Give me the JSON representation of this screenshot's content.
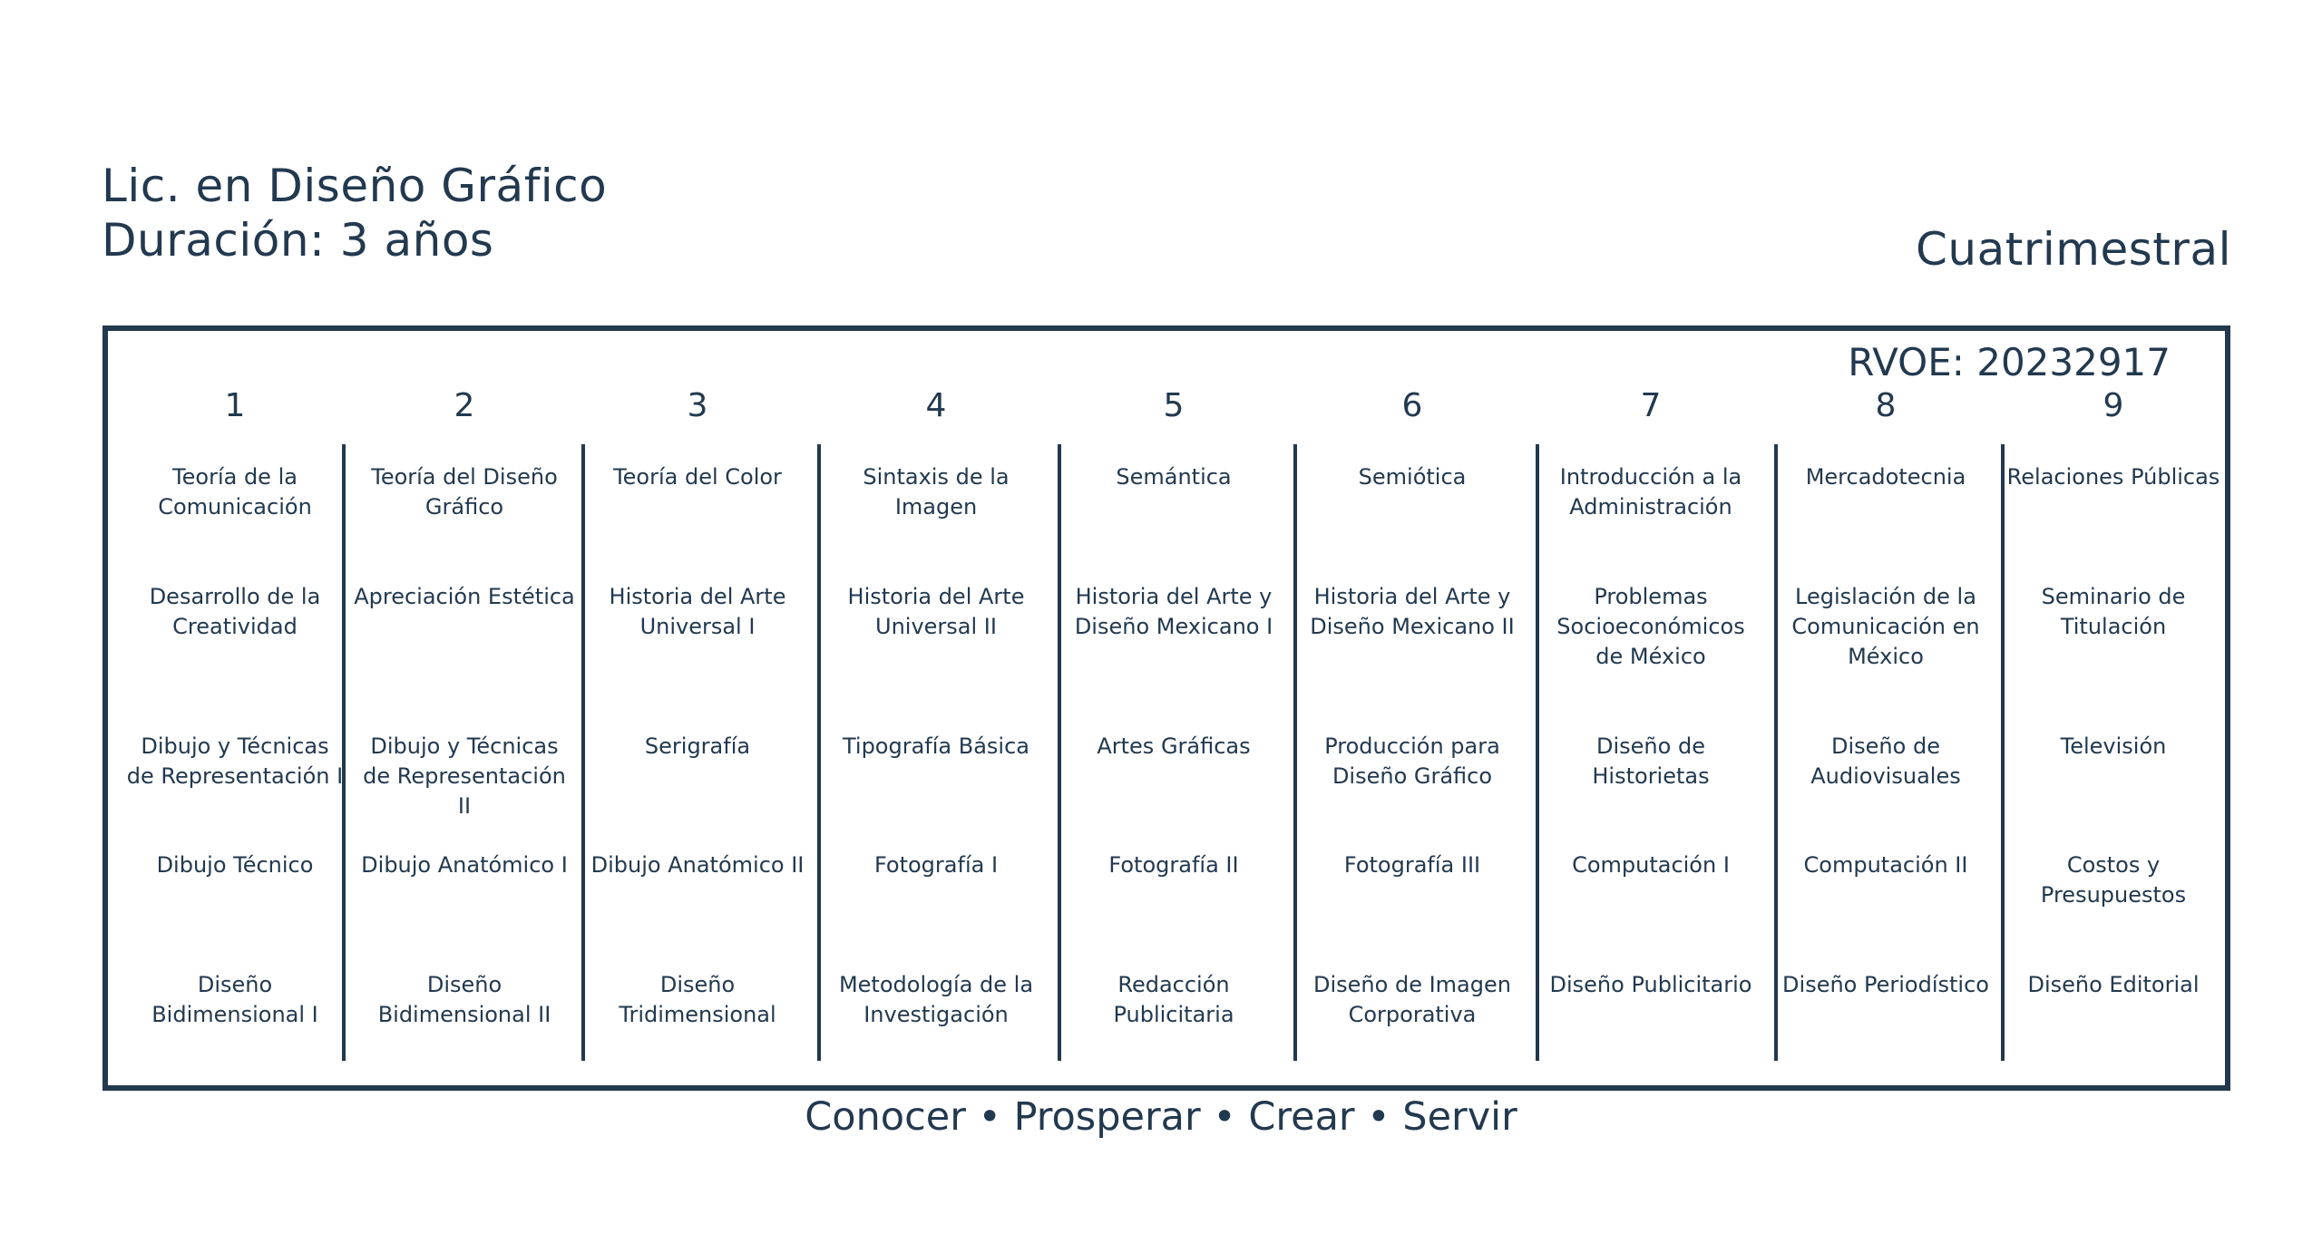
{
  "header": {
    "program": "Lic. en Diseño Gráfico",
    "duration": "Duración: 3 años",
    "mode": "Cuatrimestral"
  },
  "plan": {
    "rvoe": "RVOE: 20232917",
    "periods": [
      {
        "number": "1",
        "subjects": [
          "Teoría de la Comunicación",
          "Desarrollo de la Creatividad",
          "Dibujo y Técnicas de Representación I",
          "Dibujo Técnico",
          "Diseño Bidimensional I"
        ]
      },
      {
        "number": "2",
        "subjects": [
          "Teoría del Diseño Gráfico",
          "Apreciación Estética",
          "Dibujo y Técnicas de Representación II",
          "Dibujo Anatómico I",
          "Diseño Bidimensional II"
        ]
      },
      {
        "number": "3",
        "subjects": [
          "Teoría del Color",
          "Historia del Arte Universal I",
          "Serigrafía",
          "Dibujo Anatómico II",
          "Diseño Tridimensional"
        ]
      },
      {
        "number": "4",
        "subjects": [
          "Sintaxis de la Imagen",
          "Historia del Arte Universal II",
          "Tipografía Básica",
          "Fotografía I",
          "Metodología de la Investigación"
        ]
      },
      {
        "number": "5",
        "subjects": [
          "Semántica",
          "Historia del Arte y Diseño Mexicano I",
          "Artes Gráficas",
          "Fotografía II",
          "Redacción Publicitaria"
        ]
      },
      {
        "number": "6",
        "subjects": [
          "Semiótica",
          "Historia del Arte y Diseño Mexicano II",
          "Producción para Diseño Gráfico",
          "Fotografía III",
          "Diseño de Imagen Corporativa"
        ]
      },
      {
        "number": "7",
        "subjects": [
          "Introducción a la Administración",
          "Problemas Socioeconómicos de México",
          "Diseño de Historietas",
          "Computación I",
          "Diseño Publicitario"
        ]
      },
      {
        "number": "8",
        "subjects": [
          "Mercadotecnia",
          "Legislación de la Comunicación en México",
          "Diseño de Audiovisuales",
          "Computación II",
          "Diseño Periodístico"
        ]
      },
      {
        "number": "9",
        "subjects": [
          "Relaciones Públicas",
          "Seminario de Titulación",
          "Televisión",
          "Costos y Presupuestos",
          "Diseño Editorial"
        ]
      }
    ]
  },
  "footer": {
    "slogan": "Conocer • Prosperar • Crear • Servir"
  }
}
